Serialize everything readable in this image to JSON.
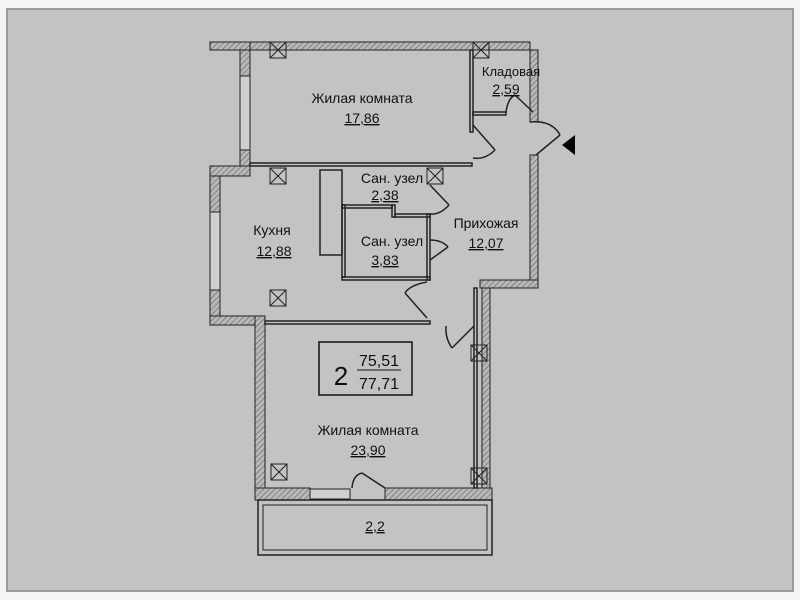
{
  "plan": {
    "rooms": [
      {
        "name": "Жилая комната",
        "area": "17,86"
      },
      {
        "name": "Кладовая",
        "area": "2,59"
      },
      {
        "name": "Сан. узел",
        "area": "2,38"
      },
      {
        "name": "Кухня",
        "area": "12,88"
      },
      {
        "name": "Сан. узел",
        "area": "3,83"
      },
      {
        "name": "Прихожая",
        "area": "12,07"
      },
      {
        "name": "Жилая комната",
        "area": "23,90"
      }
    ],
    "balcony_area": "2,2",
    "summary": {
      "rooms_count": "2",
      "living_area": "75,51",
      "total_area": "77,71"
    }
  }
}
